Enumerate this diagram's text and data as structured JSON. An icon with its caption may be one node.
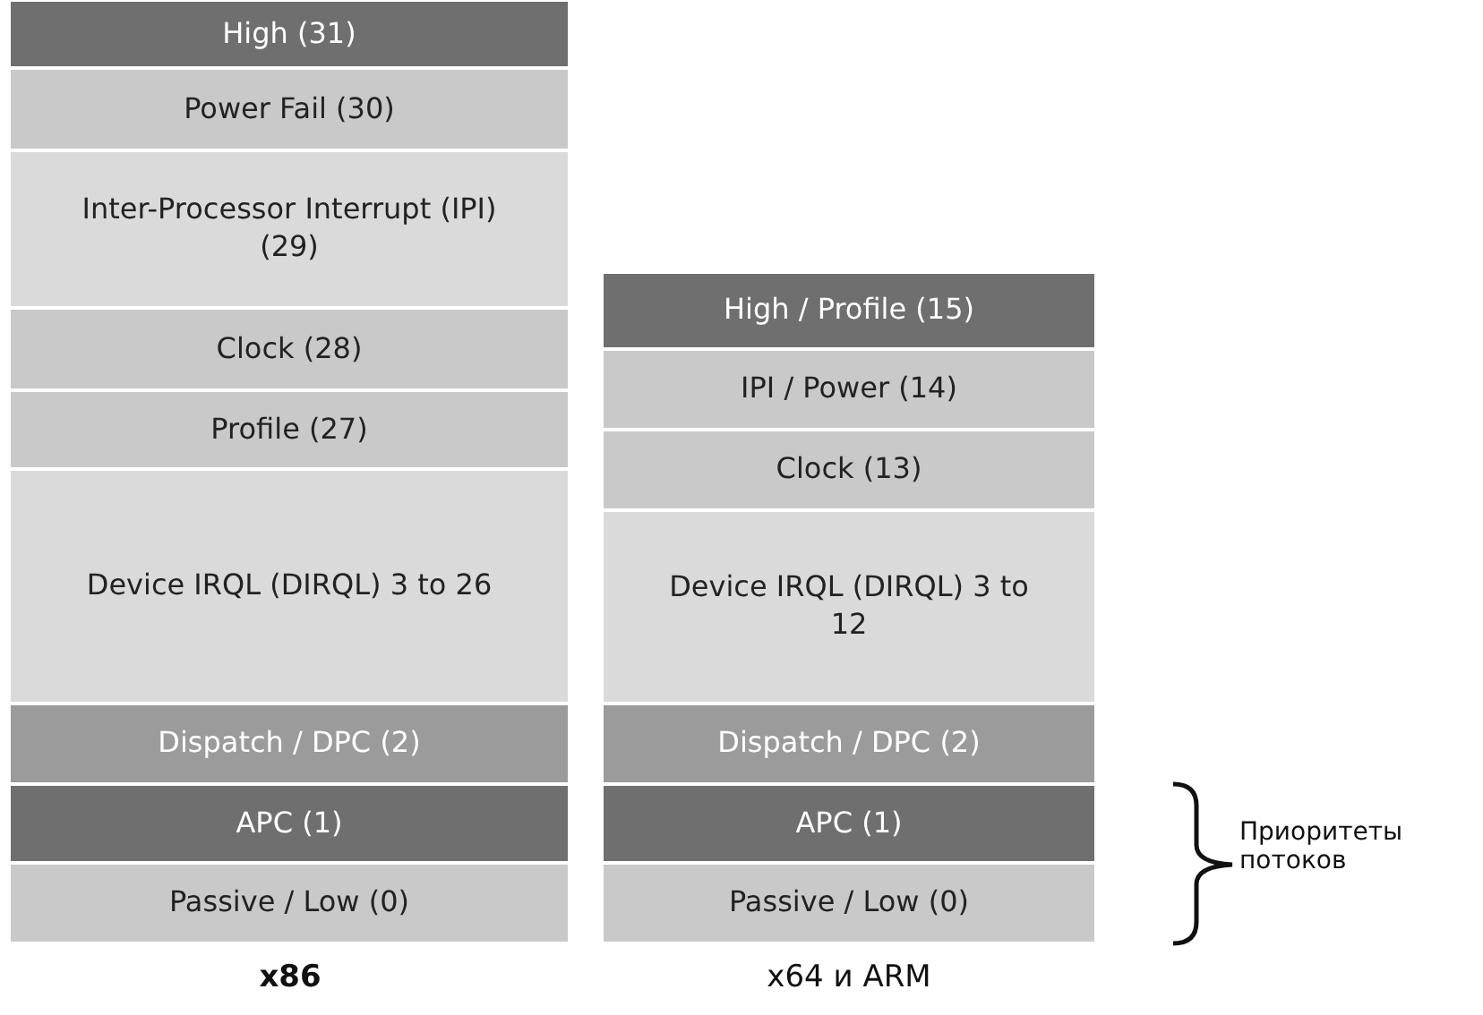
{
  "diagram": {
    "nodes": [
      {
        "text": [
          "High (31)"
        ]
      },
      {
        "text": [
          "Power Fail (30)"
        ]
      },
      {
        "text": [
          "Inter-Processor Interrupt (IPI) (29)"
        ]
      },
      {
        "text": [
          "Clock (28)"
        ]
      },
      {
        "text": [
          "Profile (27)"
        ]
      },
      {
        "text": [
          "Device IRQL (DIRQL) 3 to 26"
        ]
      },
      {
        "text": [
          "Dispatch / DPC (2)"
        ]
      },
      {
        "text": [
          "APC (1)"
        ]
      },
      {
        "text": [
          "Passive / Low (0)"
        ]
      },
      {
        "text": [
          "High / Profile (15)"
        ]
      },
      {
        "text": [
          "IPI / Power (14)"
        ]
      },
      {
        "text": [
          "Clock (13)"
        ]
      },
      {
        "text": [
          "Device IRQL (DIRQL) 3 to 12"
        ]
      },
      {
        "text": [
          "Dispatch / DPC (2)"
        ]
      },
      {
        "text": [
          "APC (1)"
        ]
      },
      {
        "text": [
          "Passive / Low (0)"
        ]
      }
    ],
    "labels": [
      "x86",
      "x64 и ARM",
      "Приоритеты потоков"
    ]
  }
}
